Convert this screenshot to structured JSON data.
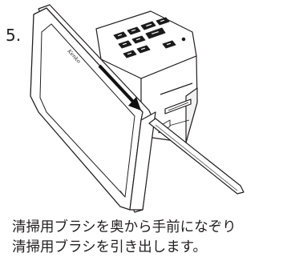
{
  "step": {
    "number": "5."
  },
  "device": {
    "brand_logo": "Kenko"
  },
  "caption": {
    "line1": "清掃用ブラシを奥から手前になぞり",
    "line2": "清掃用ブラシを引き出します。"
  },
  "colors": {
    "ink": "#231f20",
    "screen": "#ffffff",
    "keys": "#1a1a1a",
    "arrow": "#111111"
  },
  "icons": {
    "direction_arrow": "pull-direction-arrow",
    "cleaning_brush": "cleaning-brush"
  }
}
